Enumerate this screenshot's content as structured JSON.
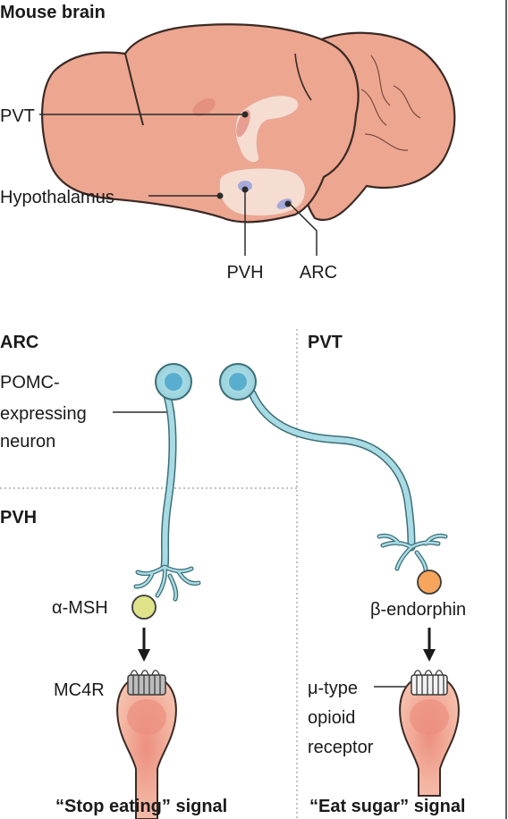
{
  "brain": {
    "title": "Mouse brain",
    "labels": {
      "pvt": "PVT",
      "hypothalamus": "Hypothalamus",
      "pvh": "PVH",
      "arc": "ARC"
    }
  },
  "panels": {
    "arc": "ARC",
    "pvt": "PVT",
    "pvh": "PVH"
  },
  "neuron_label": {
    "line1": "POMC-",
    "line2": "expressing",
    "line3": "neuron"
  },
  "left_pathway": {
    "ligand": "α-MSH",
    "receptor": "MC4R",
    "signal": "“Stop eating” signal"
  },
  "right_pathway": {
    "ligand": "β-endorphin",
    "receptor_line1": "μ-type",
    "receptor_line2": "opioid",
    "receptor_line3": "receptor",
    "signal": "“Eat sugar” signal"
  },
  "colors": {
    "brain_fill": "#eda690",
    "brain_outline": "#3a2a25",
    "highlight_region": "#f6ddd2",
    "nucleus_region": "#e08a7a",
    "pvh_arc_marks": "#a7a9dc",
    "neuron_body": "#a8dbe3",
    "neuron_nucleus": "#59aed0",
    "alpha_msh": "#dfe38a",
    "beta_endorphin": "#f7a55c",
    "target_cell": "#f3b5a0",
    "target_nucleus": "#eb8e7d",
    "divider": "#999999"
  }
}
